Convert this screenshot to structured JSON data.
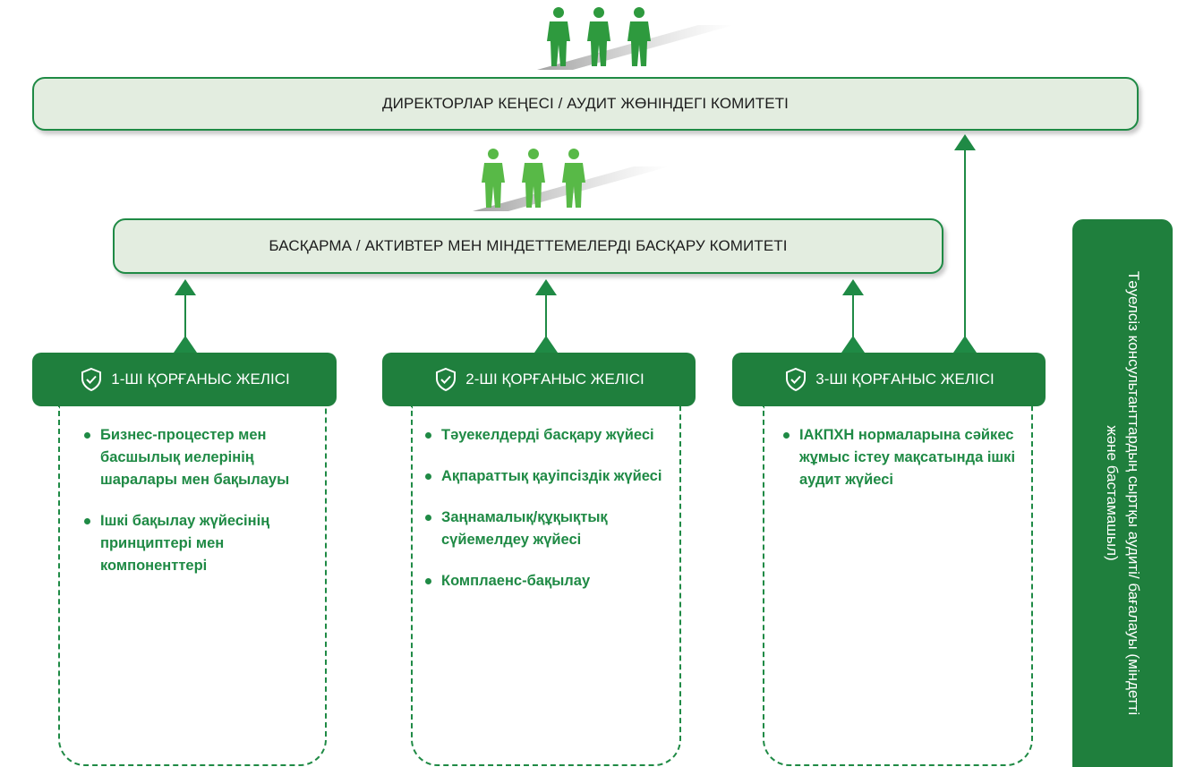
{
  "board": {
    "label": "ДИРЕКТОРЛАР КЕҢЕСІ / АУДИТ ЖӨНІНДЕГІ КОМИТЕТІ"
  },
  "management": {
    "label": "БАСҚАРМА / АКТИВТЕР МЕН МІНДЕТТЕМЕЛЕРДІ БАСҚАРУ КОМИТЕТІ"
  },
  "lines": [
    {
      "title": "1-ШІ ҚОРҒАНЫС ЖЕЛІСІ",
      "items": [
        "Бизнес-процестер мен басшылық иелерінің шаралары мен бақылауы",
        "Ішкі бақылау жүйесінің принциптері мен компоненттері"
      ]
    },
    {
      "title": "2-ШІ ҚОРҒАНЫС ЖЕЛІСІ",
      "items": [
        "Тәуекелдерді басқару жүйесі",
        "Ақпараттық қауіпсіздік жүйесі",
        "Заңнамалық/құқықтық сүйемелдеу жүйесі",
        "Комплаенс-бақылау"
      ]
    },
    {
      "title": "3-ШІ ҚОРҒАНЫС ЖЕЛІСІ",
      "items": [
        "ІАКПХН нормаларына сәйкес жұмыс істеу мақсатында ішкі аудит жүйесі"
      ]
    }
  ],
  "side": {
    "label": "Тәуелсіз консультанттардың сыртқы аудиті/ бағалауы (міндетті және бастамашыл)"
  },
  "colors": {
    "green_dark": "#1f7f3d",
    "green_line": "#1f8a45",
    "box_fill": "#e3ede0",
    "people_top": "#2e9a3e",
    "people_mid": "#58b947"
  },
  "icons": {
    "people": "person-icon",
    "shield": "shield-check-icon"
  }
}
